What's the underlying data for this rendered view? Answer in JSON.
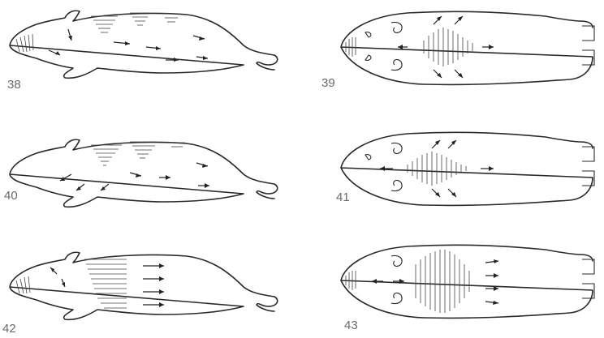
{
  "figures": [
    {
      "number": "38",
      "view": "lateral"
    },
    {
      "number": "39",
      "view": "ventral"
    },
    {
      "number": "40",
      "view": "lateral"
    },
    {
      "number": "41",
      "view": "ventral"
    },
    {
      "number": "42",
      "view": "lateral"
    },
    {
      "number": "43",
      "view": "ventral"
    }
  ],
  "colors": {
    "line": "#2a2a2a",
    "label": "#6a6a6a",
    "background": "#ffffff"
  }
}
